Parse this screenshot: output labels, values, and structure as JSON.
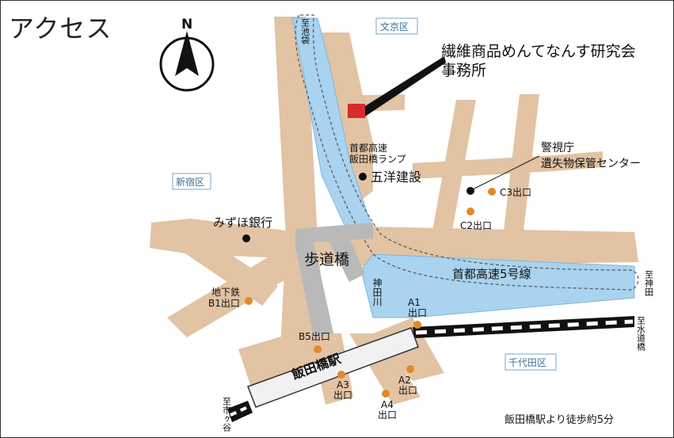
{
  "title": "アクセス",
  "compass": {
    "letter": "N"
  },
  "wards": {
    "bunkyo": "文京区",
    "shinjuku": "新宿区",
    "chiyoda": "千代田区"
  },
  "destination": {
    "name_line1": "繊維商品めんてなんす研究会",
    "name_line2": "事務所"
  },
  "places": {
    "ramp_line1": "首都高速",
    "ramp_line2": "飯田橋ランプ",
    "goyo": "五洋建設",
    "mizuho": "みずほ銀行",
    "police_line1": "警視庁",
    "police_line2": "遺失物保管センター",
    "hodokyo": "歩道橋",
    "river": "神田川",
    "expressway": "首都高速5号線",
    "station": "飯田橋駅"
  },
  "exits": {
    "c3": "C3出口",
    "c2": "C2出口",
    "b1_line1": "地下鉄",
    "b1_line2": "B1出口",
    "b5": "B5出口",
    "a1_line1": "A1",
    "a1_line2": "出口",
    "a2_line1": "A2",
    "a2_line2": "出口",
    "a3_line1": "A3",
    "a3_line2": "出口",
    "a4_line1": "A4",
    "a4_line2": "出口"
  },
  "directions": {
    "ikebukuro": "至池袋",
    "kanda": "至神田",
    "suidobashi": "至水道橋",
    "ichigaya": "至市ヶ谷"
  },
  "footer_note": "飯田橋駅より徒歩約5分",
  "colors": {
    "road": "#e2c3a3",
    "river": "#a9d3ef",
    "overpass": "#b9b9b9",
    "destination": "#d92b2b",
    "exit": "#e08a2c",
    "ward_text": "#3d6f9e"
  }
}
